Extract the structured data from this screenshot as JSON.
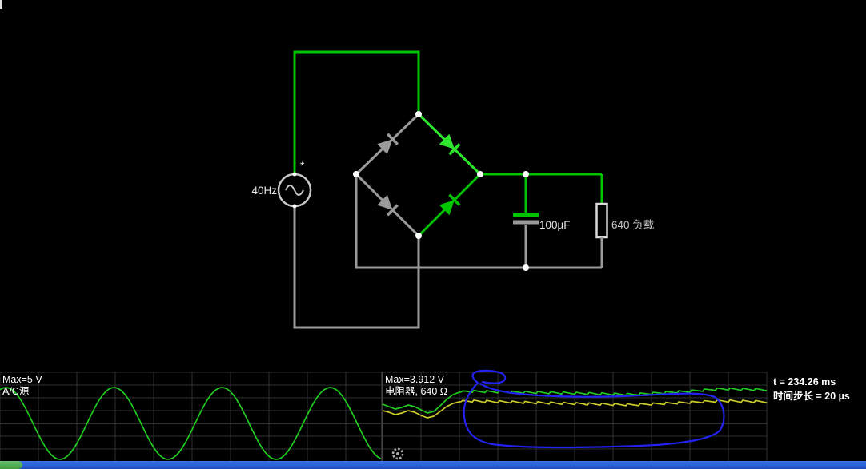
{
  "colors": {
    "wire_active": "#00c400",
    "diode_conducting": "#2ee52e",
    "wire_neutral": "#9a9a9a",
    "component_outline": "#d9d9d9",
    "trace_green": "#21cc21",
    "trace_yellow": "#cccc2a",
    "annotation_blue": "#2222ee",
    "taskbar_blue": "#2b5fd7",
    "start_green": "#3f9c3f"
  },
  "circuit": {
    "ac_source": {
      "frequency_label": "40Hz",
      "marker": "*"
    },
    "capacitor": {
      "label": "100µF"
    },
    "load_resistor": {
      "label": "640 负载"
    }
  },
  "scopes": {
    "left": {
      "max_label": "Max=5 V",
      "channel_label": "A/C源"
    },
    "right": {
      "max_label": "Max=3.912 V",
      "channel_label": "电阻器, 640 Ω"
    },
    "status": {
      "time": "t = 234.26 ms",
      "timestep": "时间步长 = 20 µs"
    }
  }
}
